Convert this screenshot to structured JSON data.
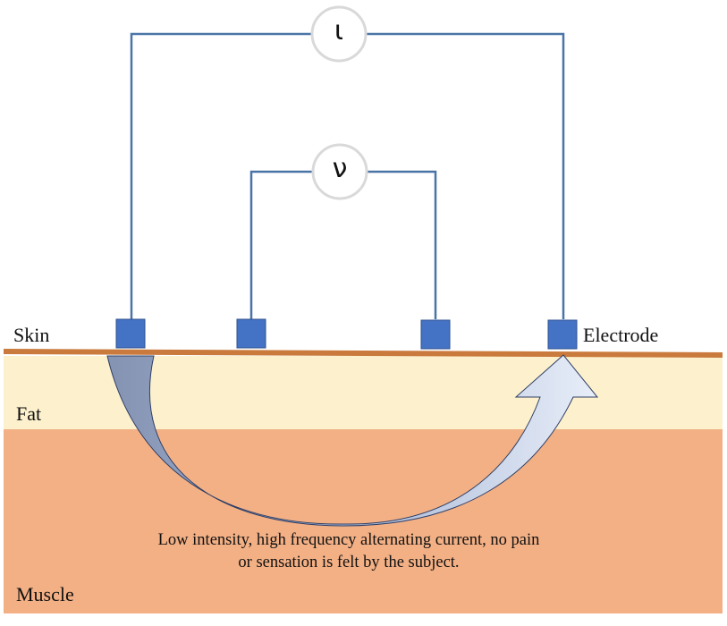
{
  "labels": {
    "skin": "Skin",
    "fat": "Fat",
    "muscle": "Muscle",
    "electrode": "Electrode"
  },
  "meters": {
    "current_symbol": "ι",
    "voltage_symbol": "ν"
  },
  "caption": {
    "line1": "Low intensity, high frequency alternating current, no pain",
    "line2": "or sensation is felt by the subject."
  },
  "colors": {
    "skin": "#c97a3c",
    "fat": "#fdf1cd",
    "muscle": "#f3b085",
    "electrode": "#4472c4",
    "wire": "#4a74a8",
    "meter_ring": "#d9d9d9"
  }
}
